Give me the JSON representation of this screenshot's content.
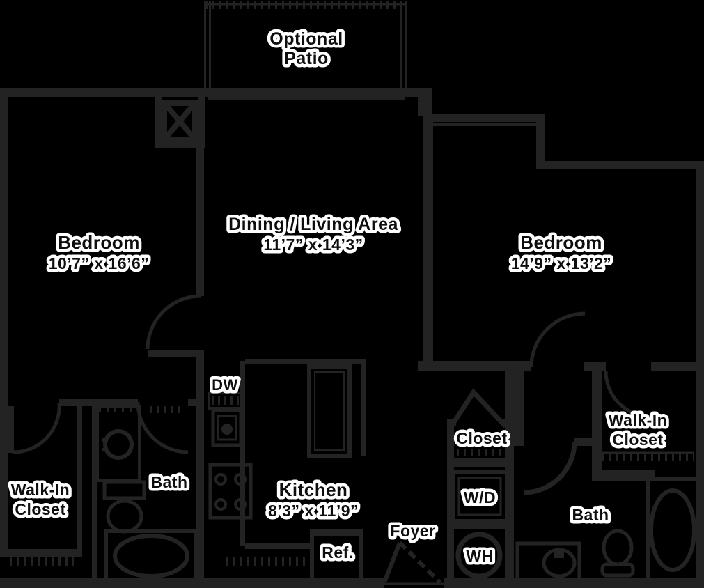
{
  "colors": {
    "background": "#000000",
    "wall": "#232323",
    "label_halo": "#ffffff",
    "label_ink": "#0e0e0e"
  },
  "patio": {
    "line1": "Optional",
    "line2": "Patio"
  },
  "rooms": {
    "bedroom_left": {
      "name": "Bedroom",
      "dims": "10’7” x 16’6”"
    },
    "dining": {
      "name": "Dining / Living Area",
      "dims": "11’7” x 14’3”"
    },
    "bedroom_right": {
      "name": "Bedroom",
      "dims": "14’9” x 13’2”"
    },
    "kitchen": {
      "name": "Kitchen",
      "dims": "8’3” x 11’9”"
    },
    "bath_left": {
      "name": "Bath"
    },
    "bath_right": {
      "name": "Bath"
    },
    "walkin_left": {
      "line1": "Walk-In",
      "line2": "Closet"
    },
    "walkin_right": {
      "line1": "Walk-In",
      "line2": "Closet"
    },
    "closet": {
      "name": "Closet"
    },
    "foyer": {
      "name": "Foyer"
    }
  },
  "appliances": {
    "dishwasher": "DW",
    "refrigerator": "Ref.",
    "washer_dryer": "W/D",
    "water_heater": "WH"
  }
}
